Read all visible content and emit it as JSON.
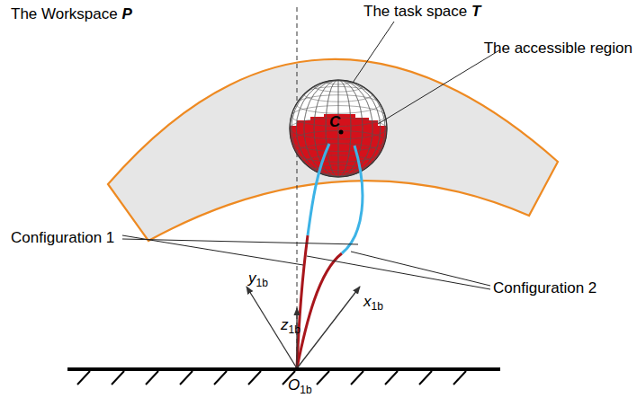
{
  "diagram": {
    "labels": [
      "The Workspace P",
      "The task space T",
      "The accessible region",
      "C",
      "Configuration 1",
      "Configuration 2",
      "z1b",
      "y1b",
      "x1b",
      "O1b"
    ]
  }
}
